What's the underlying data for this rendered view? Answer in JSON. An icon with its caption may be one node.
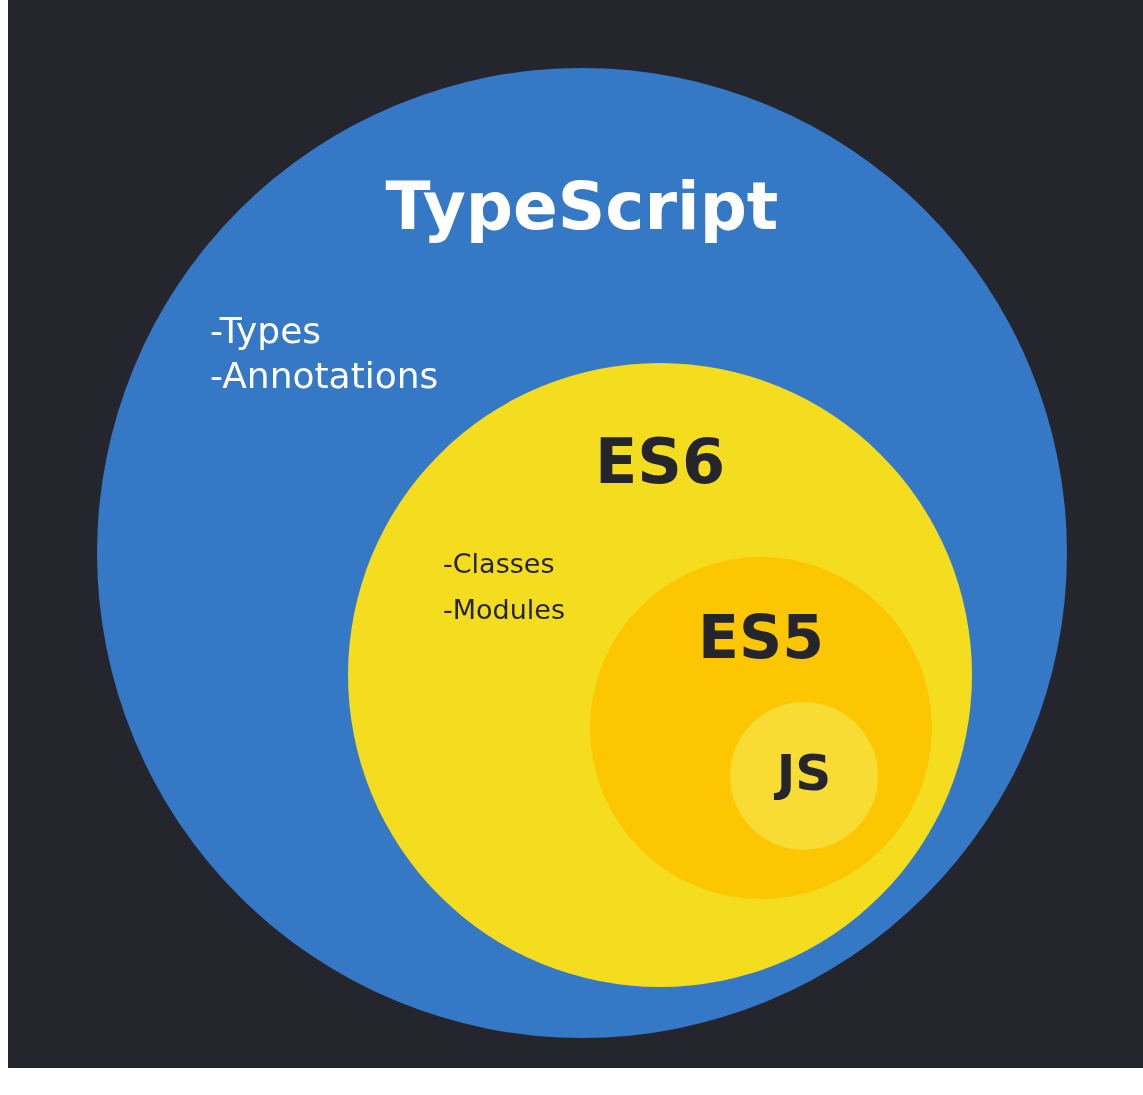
{
  "diagram": {
    "nodes": [
      {
        "text": [
          "TypeScript",
          "-Types -Annotations"
        ]
      },
      {
        "text": [
          "ES6",
          "-Classes -Modules"
        ],
        "in": 0
      },
      {
        "text": [
          "ES5"
        ],
        "in": 1
      },
      {
        "text": [
          "JS"
        ],
        "in": 2
      }
    ]
  }
}
